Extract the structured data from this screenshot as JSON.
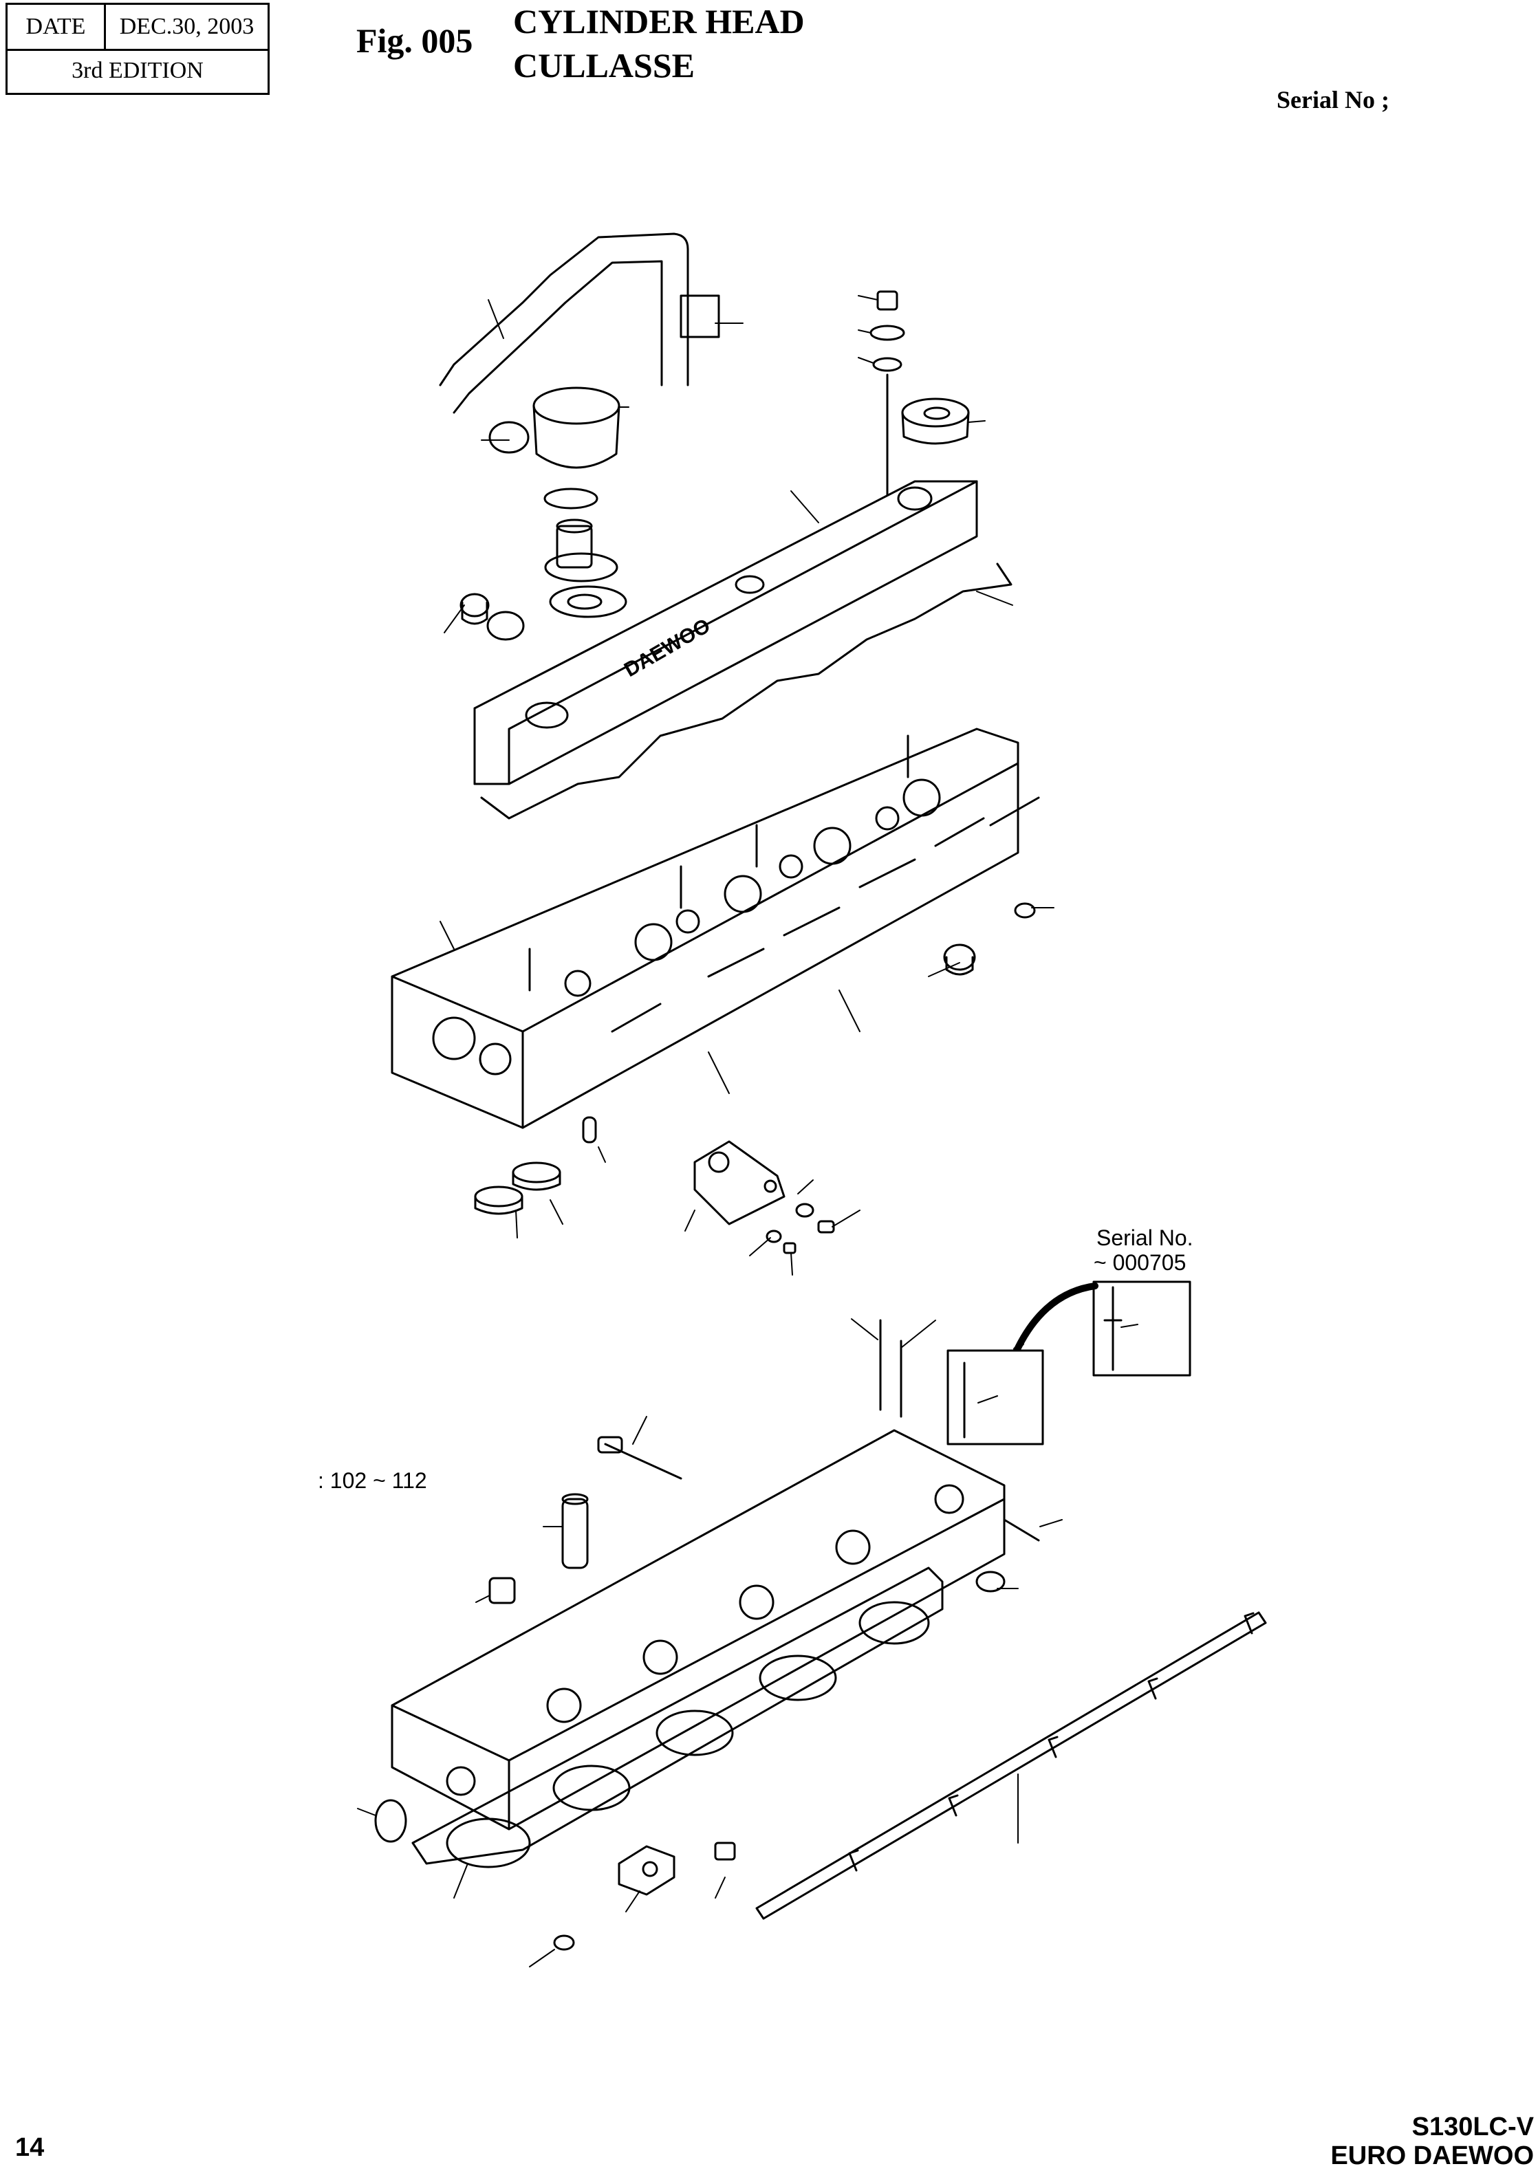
{
  "header": {
    "date_label": "DATE",
    "date_value": "DEC.30, 2003",
    "edition": "3rd  EDITION"
  },
  "figure": {
    "number": "Fig. 005",
    "title_en": "CYLINDER HEAD",
    "title_fr": "CULLASSE"
  },
  "serial_label": "Serial No ;",
  "diagram": {
    "cover_brand": "DAEWOO",
    "serial_note_line1": "Serial No.",
    "serial_note_line2": "~ 000705",
    "ref_note": ": 102 ~ 112"
  },
  "footer": {
    "page_number": "14",
    "model_line1": "S130LC-V",
    "model_line2": "EURO DAEWOO"
  }
}
